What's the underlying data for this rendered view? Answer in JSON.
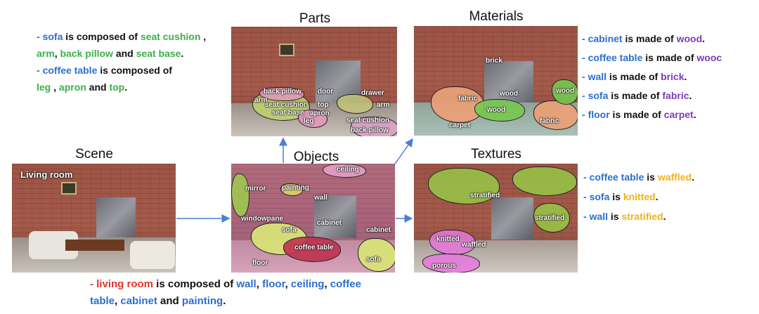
{
  "titles": {
    "parts": "Parts",
    "materials": "Materials",
    "scene": "Scene",
    "objects": "Objects",
    "textures": "Textures"
  },
  "scene_panel": {
    "label": "Living room"
  },
  "parts_panel": {
    "labels": [
      "back pillow",
      "door",
      "drawer",
      "arm",
      "seat cushion",
      "top",
      "arm",
      "seat base",
      "apron",
      "leg",
      "seat cushion",
      "back pillow"
    ]
  },
  "materials_panel": {
    "labels": [
      "brick",
      "wood",
      "fabric",
      "wood",
      "wood",
      "carpet",
      "fabric"
    ]
  },
  "objects_panel": {
    "labels": [
      "ceiling",
      "mirror",
      "painting",
      "wall",
      "windowpane",
      "sofa",
      "cabinet",
      "cabinet",
      "coffee table",
      "floor",
      "sofa"
    ]
  },
  "textures_panel": {
    "labels": [
      "stratified",
      "stratified",
      "knitted",
      "waffled",
      "porous"
    ]
  },
  "parts_text": {
    "line1": {
      "dash": "- ",
      "obj": "sofa",
      "mid": " is composed of ",
      "p1": "seat cushion",
      "end": " ,"
    },
    "line2": {
      "p2": "arm",
      "c1": ", ",
      "p3": "back pillow",
      "and": " and ",
      "p4": "seat base",
      "end": "."
    },
    "line3": {
      "dash": "- ",
      "obj": "coffee table",
      "mid": " is composed of"
    },
    "line4": {
      "p1": "leg",
      "c1": " , ",
      "p2": "apron",
      "and": " and ",
      "p3": "top",
      "end": "."
    }
  },
  "materials_text": [
    {
      "obj": "cabinet",
      "mid": " is made of ",
      "mat": "wood",
      "end": "."
    },
    {
      "obj": "coffee table",
      "mid": " is made of ",
      "mat": "wooc",
      "end": ""
    },
    {
      "obj": "wall",
      "mid": "  is made of ",
      "mat": "brick",
      "end": "."
    },
    {
      "obj": "sofa",
      "mid": " is made of ",
      "mat": "fabric",
      "end": "."
    },
    {
      "obj": "floor",
      "mid": " is made of ",
      "mat": "carpet",
      "end": "."
    }
  ],
  "textures_text": [
    {
      "obj": "coffee table",
      "mid": " is ",
      "tex": "waffled",
      "end": "."
    },
    {
      "obj": "sofa",
      "mid": " is ",
      "tex": "knitted",
      "end": "."
    },
    {
      "obj": "wall",
      "mid": "  is ",
      "tex": "stratified",
      "end": "."
    }
  ],
  "scene_text": {
    "line1": {
      "dash": "- ",
      "scene": "living room",
      "mid": " is composed of ",
      "o1": "wall",
      "c1": ", ",
      "o2": "floor",
      "c2": ", ",
      "o3": "ceiling",
      "c3": ", ",
      "o4": "coffee"
    },
    "line2": {
      "o4b": "table",
      "c4": ", ",
      "o5": "cabinet",
      "and": " and ",
      "o6": "painting",
      "end": "."
    }
  },
  "colors": {
    "object": "#2a6fd0",
    "part": "#3bb04a",
    "material": "#7d3bb8",
    "texture": "#f2b21a",
    "scene": "#e0362a",
    "arrow": "#4a7fd4"
  }
}
